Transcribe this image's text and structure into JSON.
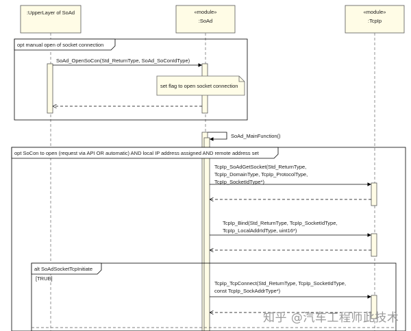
{
  "lifelines": [
    {
      "stereotype": "",
      "name": ":UpperLayer of SoAd"
    },
    {
      "stereotype": "«module»",
      "name": ":SoAd"
    },
    {
      "stereotype": "«module»",
      "name": ":TcpIp"
    }
  ],
  "fragments": {
    "opt_manual": "opt manual open of socket connection",
    "opt_socon": "opt SoCon to open (request via API OR automatic) AND local IP address assigned AND remote address set",
    "alt_tcp": "alt SoAdSocketTcpInitiate",
    "guard_true": "[TRUE]"
  },
  "messages": {
    "open_socon": "SoAd_OpenSoCon(Std_ReturnType, SoAd_SoConIdType)",
    "note": "set flag to open socket connection",
    "main_function": "SoAd_MainFunction()",
    "get_socket": [
      "TcpIp_SoAdGetSocket(Std_ReturnType,",
      "TcpIp_DomainType, TcpIp_ProtocolType,",
      "TcpIp_SocketIdType*)"
    ],
    "bind": [
      "TcpIp_Bind(Std_ReturnType, TcpIp_SocketIdType,",
      "TcpIp_LocalAddrIdType, uint16*)"
    ],
    "tcp_connect": [
      "TcpIp_TcpConnect(Std_ReturnType, TcpIp_SocketIdType,",
      "const TcpIp_SockAddrType*)"
    ]
  },
  "watermark": "知乎 @汽车工程师此技术"
}
